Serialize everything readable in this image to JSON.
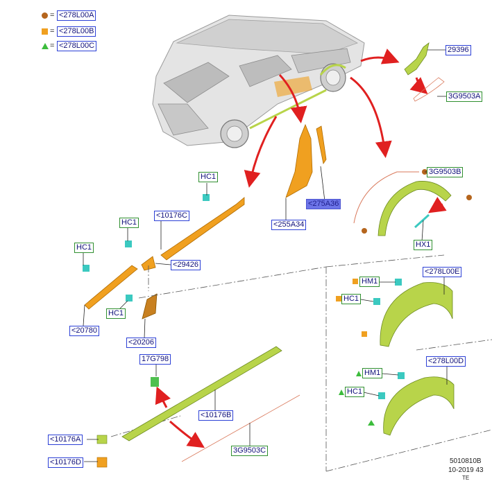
{
  "legend": [
    {
      "symbol": "circle-brown",
      "equals": "=",
      "code": "<278L00A",
      "color": "#b5651d"
    },
    {
      "symbol": "square-orange",
      "equals": "=",
      "code": "<278L00B",
      "color": "#f0a020"
    },
    {
      "symbol": "triangle-green",
      "equals": "=",
      "code": "<278L00C",
      "color": "#3cbc3c"
    }
  ],
  "parts": {
    "p29396": "29396",
    "p3G9503A": "3G9503A",
    "p3G9503B": "3G9503B",
    "p275A36": "<275A36",
    "p255A34": "<255A34",
    "pHX1": "HX1",
    "pHC1_top": "HC1",
    "pHC1_mid": "HC1",
    "pHC1_left": "HC1",
    "pHC1_low": "HC1",
    "p10176C": "<10176C",
    "p29426": "<29426",
    "p20780": "<20780",
    "p20206": "<20206",
    "p278L00E": "<278L00E",
    "pHM1_a": "HM1",
    "pHC1_a": "HC1",
    "p278L00D": "<278L00D",
    "pHM1_b": "HM1",
    "pHC1_b": "HC1",
    "p17G798": "17G798",
    "p10176B": "<10176B",
    "p10176A": "<10176A",
    "p10176D": "<10176D",
    "p3G9503C": "3G9503C"
  },
  "footer": {
    "ref": "5010810B",
    "date": "10-2019 43",
    "extra": "TE"
  },
  "colors": {
    "orange_part": "#f0a020",
    "green_part": "#b8d44a",
    "arrow_red": "#e02020",
    "clip_cyan": "#3bc9c0",
    "van_grey": "#d9d9d9"
  }
}
